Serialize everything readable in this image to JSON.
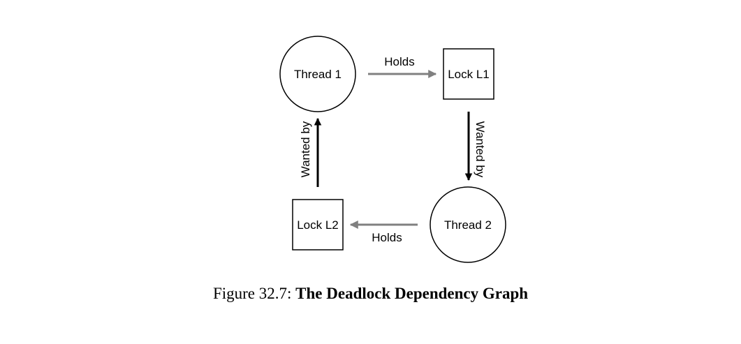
{
  "nodes": {
    "thread1": {
      "label": "Thread 1",
      "shape": "circle"
    },
    "lock_l1": {
      "label": "Lock L1",
      "shape": "square"
    },
    "thread2": {
      "label": "Thread 2",
      "shape": "circle"
    },
    "lock_l2": {
      "label": "Lock L2",
      "shape": "square"
    }
  },
  "edges": {
    "thread1_holds_l1": {
      "label": "Holds",
      "from": "thread1",
      "to": "lock_l1",
      "color": "#808080"
    },
    "l1_wanted_by_thread2": {
      "label": "Wanted by",
      "from": "lock_l1",
      "to": "thread2",
      "color": "#000000"
    },
    "thread2_holds_l2": {
      "label": "Holds",
      "from": "thread2",
      "to": "lock_l2",
      "color": "#808080"
    },
    "l2_wanted_by_thread1": {
      "label": "Wanted by",
      "from": "lock_l2",
      "to": "thread1",
      "color": "#000000"
    }
  },
  "caption": {
    "prefix": "Figure 32.7: ",
    "title": "The Deadlock Dependency Graph"
  }
}
